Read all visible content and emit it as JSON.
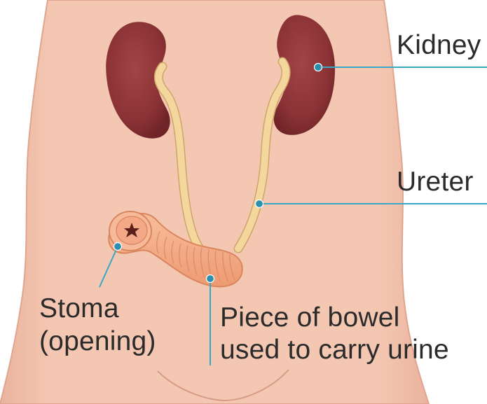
{
  "labels": {
    "kidney": "Kidney",
    "ureter": "Ureter",
    "stoma_line1": "Stoma",
    "stoma_line2": "(opening)",
    "bowel_line1": "Piece of bowel",
    "bowel_line2": "used to carry urine"
  },
  "colors": {
    "skin": "#f4c7b2",
    "skin_outline": "#dfa58f",
    "kidney": "#8a3235",
    "ureter": "#f3d79c",
    "bowel": "#f4a983",
    "leader_line": "#38a8c4",
    "pointer_dot": "#2b8fb0",
    "stoma_mark": "#5a1f1c"
  }
}
